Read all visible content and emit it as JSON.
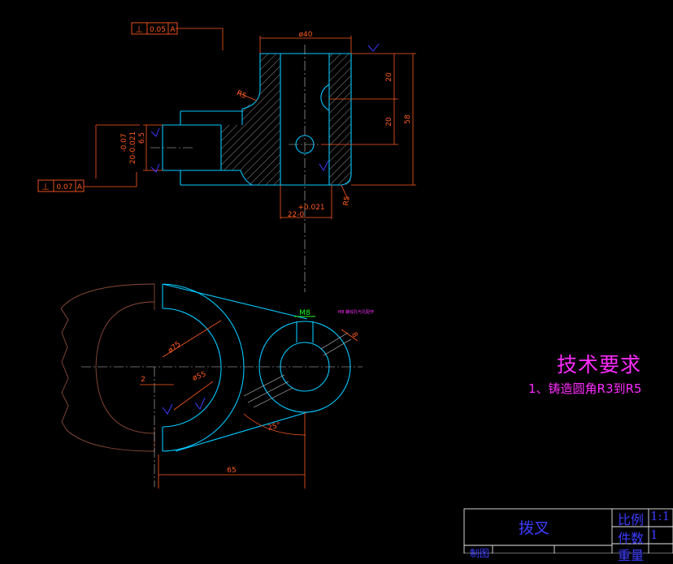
{
  "tolerances": {
    "perp_top": {
      "symbol": "⊥",
      "value": "0.05",
      "datum": "A"
    },
    "perp_left": {
      "symbol": "⊥",
      "value": "0.07",
      "datum": "A"
    }
  },
  "dims": {
    "dia40": "ø40",
    "r5_top": "R5",
    "r5_bottom": "R5",
    "d20_a": "20",
    "d20_b": "20",
    "d58": "58",
    "d65_small": "6.5",
    "tol_neg007": "-0.07",
    "tol_20": "20-0.021",
    "tol_plus": "+0.021",
    "d22": "22-0",
    "m8": "M8",
    "dia75": "ø75",
    "dia55": "ø55",
    "d2": "2",
    "d65": "65",
    "d8": "8",
    "d25": "25°",
    "note": "M8 螺纹孔与孔配作"
  },
  "requirements": {
    "title": "技术要求",
    "item1": "1、铸造圆角R3到R5"
  },
  "title_block": {
    "part_name": "拨叉",
    "scale_label": "比例",
    "scale_value": "1:1",
    "qty_label": "件数",
    "qty_value": "1",
    "weight_label": "重量",
    "drawn_label": "制图"
  },
  "colors": {
    "part": "#00c8ff",
    "dimension": "#ff5a1e",
    "center": "#c8c8c8",
    "hatch": "#c8c8c8",
    "annotation": "#ff2bff",
    "titleblock": "#3c3cff",
    "break": "#8a4a36"
  }
}
